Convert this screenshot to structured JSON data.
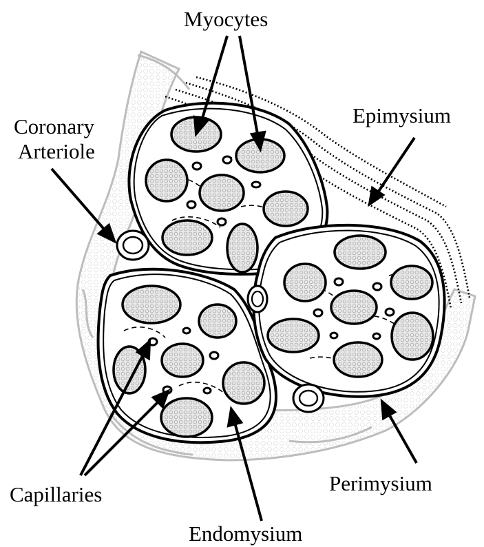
{
  "labels": {
    "myocytes": "Myocytes",
    "epimysium": "Epimysium",
    "coronary_line1": "Coronary",
    "coronary_line2": "Arteriole",
    "capillaries": "Capillaries",
    "endomysium": "Endomysium",
    "perimysium": "Perimysium"
  },
  "colors": {
    "ink": "#000000",
    "cell_fill": "#e6e6e6",
    "background_tissue": "#cccccc",
    "paper": "#ffffff"
  }
}
